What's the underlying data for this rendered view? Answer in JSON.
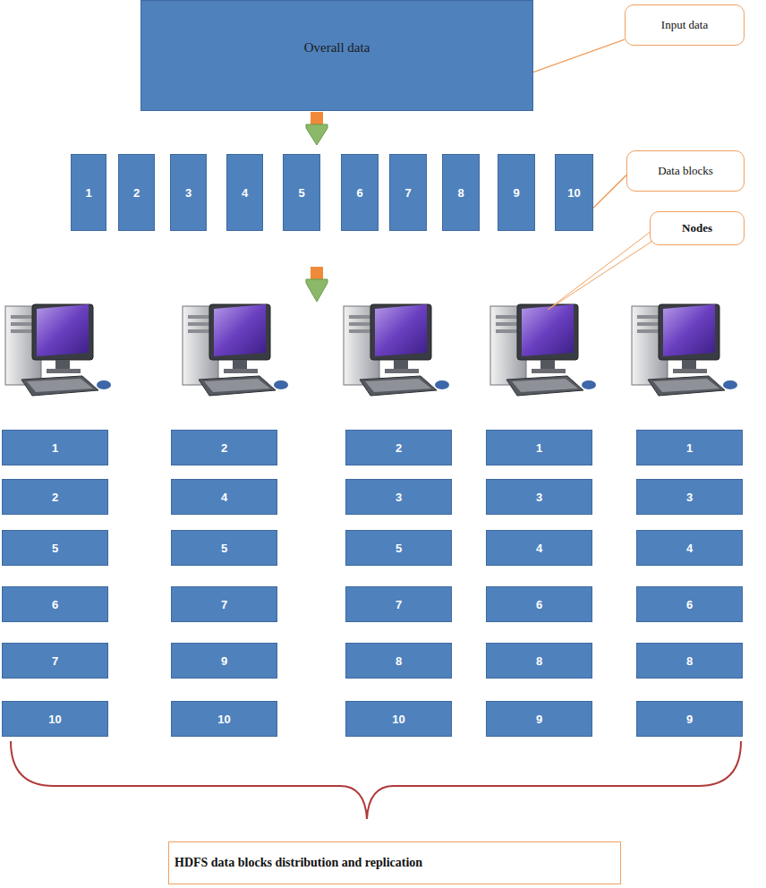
{
  "diagram": {
    "nodes": [
      {
        "text": [
          "Overall data"
        ]
      },
      {
        "text": [
          "Input data"
        ]
      },
      {
        "text": [
          "1"
        ]
      },
      {
        "text": [
          "2"
        ]
      },
      {
        "text": [
          "3"
        ]
      },
      {
        "text": [
          "4"
        ]
      },
      {
        "text": [
          "5"
        ]
      },
      {
        "text": [
          "6"
        ]
      },
      {
        "text": [
          "7"
        ]
      },
      {
        "text": [
          "8"
        ]
      },
      {
        "text": [
          "9"
        ]
      },
      {
        "text": [
          "10"
        ]
      },
      {
        "text": [
          "Data blocks"
        ]
      },
      {
        "text": [
          "Nodes"
        ]
      },
      {
        "text": [
          "1"
        ]
      },
      {
        "text": [
          "2"
        ]
      },
      {
        "text": [
          "2"
        ]
      },
      {
        "text": [
          "1"
        ]
      },
      {
        "text": [
          "1"
        ]
      },
      {
        "text": [
          "2"
        ]
      },
      {
        "text": [
          "4"
        ]
      },
      {
        "text": [
          "3"
        ]
      },
      {
        "text": [
          "3"
        ]
      },
      {
        "text": [
          "3"
        ]
      },
      {
        "text": [
          "5"
        ]
      },
      {
        "text": [
          "5"
        ]
      },
      {
        "text": [
          "5"
        ]
      },
      {
        "text": [
          "4"
        ]
      },
      {
        "text": [
          "4"
        ]
      },
      {
        "text": [
          "6"
        ]
      },
      {
        "text": [
          "7"
        ]
      },
      {
        "text": [
          "7"
        ]
      },
      {
        "text": [
          "6"
        ]
      },
      {
        "text": [
          "6"
        ]
      },
      {
        "text": [
          "7"
        ]
      },
      {
        "text": [
          "9"
        ]
      },
      {
        "text": [
          "8"
        ]
      },
      {
        "text": [
          "8"
        ]
      },
      {
        "text": [
          "8"
        ]
      },
      {
        "text": [
          "10"
        ]
      },
      {
        "text": [
          "10"
        ]
      },
      {
        "text": [
          "10"
        ]
      },
      {
        "text": [
          "9"
        ]
      },
      {
        "text": [
          "9"
        ]
      },
      {
        "text": [
          "HDFS data blocks distribution and replication"
        ]
      }
    ],
    "edges": [
      {
        "from": 1,
        "to": 0,
        "arrow": "none"
      },
      {
        "from": 12,
        "to": 11,
        "arrow": "none"
      }
    ]
  }
}
